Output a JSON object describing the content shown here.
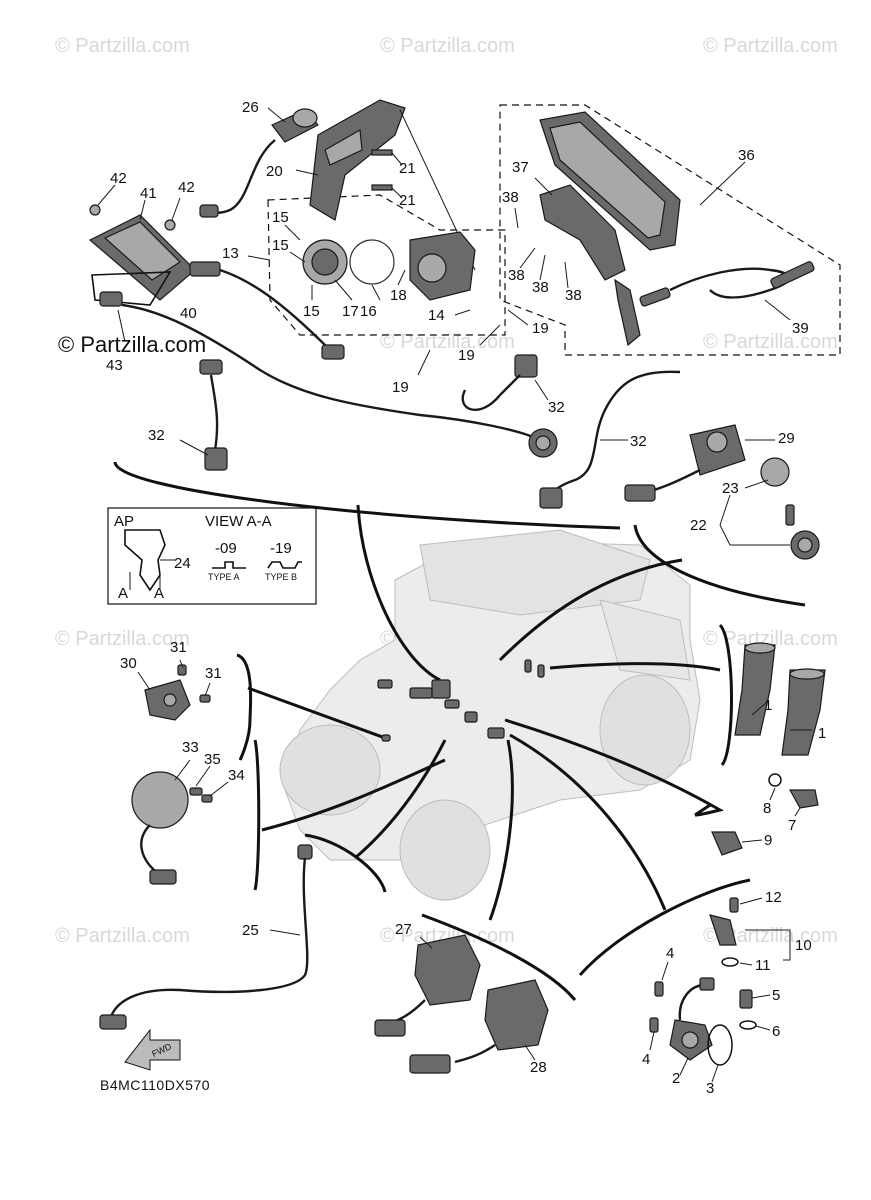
{
  "watermark": {
    "text": "© Partzilla.com",
    "strong_text": "© Partzilla.com"
  },
  "labels": {
    "n1a": "1",
    "n1b": "1",
    "n2": "2",
    "n3": "3",
    "n4a": "4",
    "n4b": "4",
    "n5": "5",
    "n6": "6",
    "n7": "7",
    "n8": "8",
    "n9": "9",
    "n10": "10",
    "n11": "11",
    "n12": "12",
    "n13": "13",
    "n14": "14",
    "n15a": "15",
    "n15b": "15",
    "n15c": "15",
    "n16": "16",
    "n17": "17",
    "n18": "18",
    "n19a": "19",
    "n19b": "19",
    "n19c": "19",
    "n20": "20",
    "n21a": "21",
    "n21b": "21",
    "n22": "22",
    "n23": "23",
    "n24": "24",
    "n25": "25",
    "n26": "26",
    "n27": "27",
    "n28": "28",
    "n29": "29",
    "n30": "30",
    "n31a": "31",
    "n31b": "31",
    "n32a": "32",
    "n32b": "32",
    "n32c": "32",
    "n33": "33",
    "n34": "34",
    "n35": "35",
    "n36": "36",
    "n37": "37",
    "n38a": "38",
    "n38b": "38",
    "n38c": "38",
    "n38d": "38",
    "n39": "39",
    "n40": "40",
    "n41": "41",
    "n42a": "42",
    "n42b": "42",
    "n43": "43"
  },
  "key_view": {
    "ap": "AP",
    "view": "VIEW A-A",
    "code_a": "-09",
    "code_b": "-19",
    "type_a": "TYPE A",
    "type_b": "TYPE B",
    "arrow_a1": "A",
    "arrow_a2": "A"
  },
  "fwd": "FWD",
  "diagram_code": "B4MC110DX570"
}
